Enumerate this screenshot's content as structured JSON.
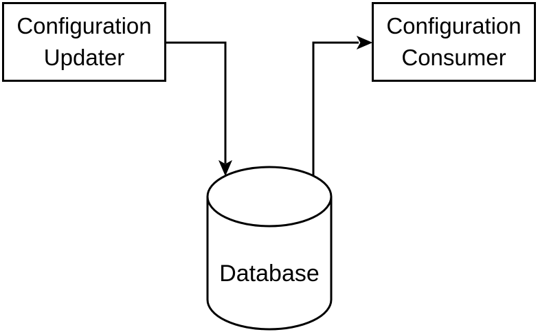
{
  "diagram": {
    "type": "flow-diagram",
    "nodes": [
      {
        "id": "updater",
        "label": "Configuration Updater",
        "shape": "rectangle"
      },
      {
        "id": "consumer",
        "label": "Configuration Consumer",
        "shape": "rectangle"
      },
      {
        "id": "database",
        "label": "Database",
        "shape": "cylinder"
      }
    ],
    "edges": [
      {
        "from": "updater",
        "to": "database",
        "style": "orthogonal-arrow"
      },
      {
        "from": "database",
        "to": "consumer",
        "style": "orthogonal-arrow"
      }
    ],
    "colors": {
      "stroke": "#000000",
      "node_fill": "#ffffff",
      "text": "#000000",
      "background": "#ffffff"
    }
  }
}
